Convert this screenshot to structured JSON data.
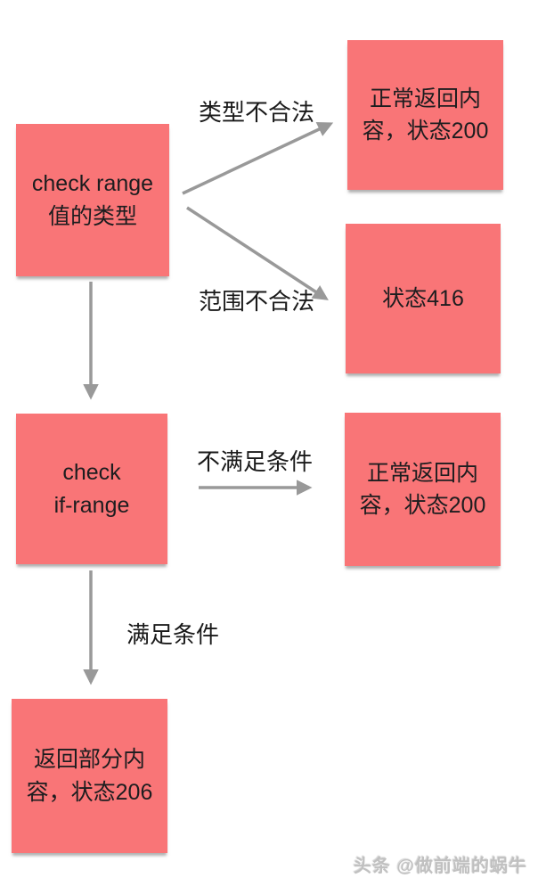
{
  "diagram": {
    "type": "flowchart",
    "nodes": [
      {
        "id": "check-range-type",
        "label": "check range\n值的类型"
      },
      {
        "id": "return-200-top",
        "label": "正常返回内\n容，状态200"
      },
      {
        "id": "status-416",
        "label": "状态416"
      },
      {
        "id": "check-if-range",
        "label": "check\nif-range"
      },
      {
        "id": "return-200-mid",
        "label": "正常返回内\n容，状态200"
      },
      {
        "id": "return-206",
        "label": "返回部分内\n容，状态206"
      }
    ],
    "edges": [
      {
        "from": "check-range-type",
        "to": "return-200-top",
        "label": "类型不合法"
      },
      {
        "from": "check-range-type",
        "to": "status-416",
        "label": "范围不合法"
      },
      {
        "from": "check-range-type",
        "to": "check-if-range",
        "label": ""
      },
      {
        "from": "check-if-range",
        "to": "return-200-mid",
        "label": "不满足条件"
      },
      {
        "from": "check-if-range",
        "to": "return-206",
        "label": "满足条件"
      }
    ],
    "colors": {
      "node_fill": "#F97577",
      "node_text": "#1D1D1F",
      "arrow": "#999999",
      "background": "#FFFFFF"
    }
  },
  "watermark": {
    "text": "头条 @做前端的蜗牛"
  }
}
